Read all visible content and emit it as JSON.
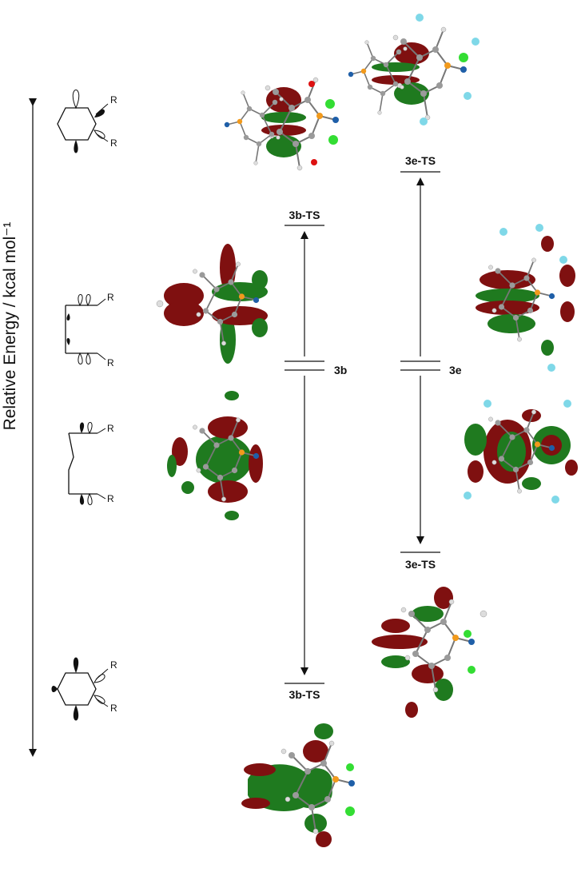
{
  "axis": {
    "label": "Relative Energy / kcal mol⁻¹"
  },
  "levels": {
    "3b_ts_upper": "3b-TS",
    "3b": "3b",
    "3b_ts_lower": "3b-TS",
    "3e_ts_upper": "3e-TS",
    "3e": "3e",
    "3e_ts_lower": "3e-TS"
  },
  "substituent": "R",
  "colors": {
    "orbital_positive": "#7f1010",
    "orbital_negative": "#1f7a1f",
    "carbon": "#9a9a9a",
    "hydrogen": "#dddddd",
    "oxygen": "#dd1111",
    "phosphorus": "#f29a1c",
    "metal": "#1f5fa8",
    "chlorine": "#33dd33",
    "fluorine": "#7fd8e8"
  }
}
